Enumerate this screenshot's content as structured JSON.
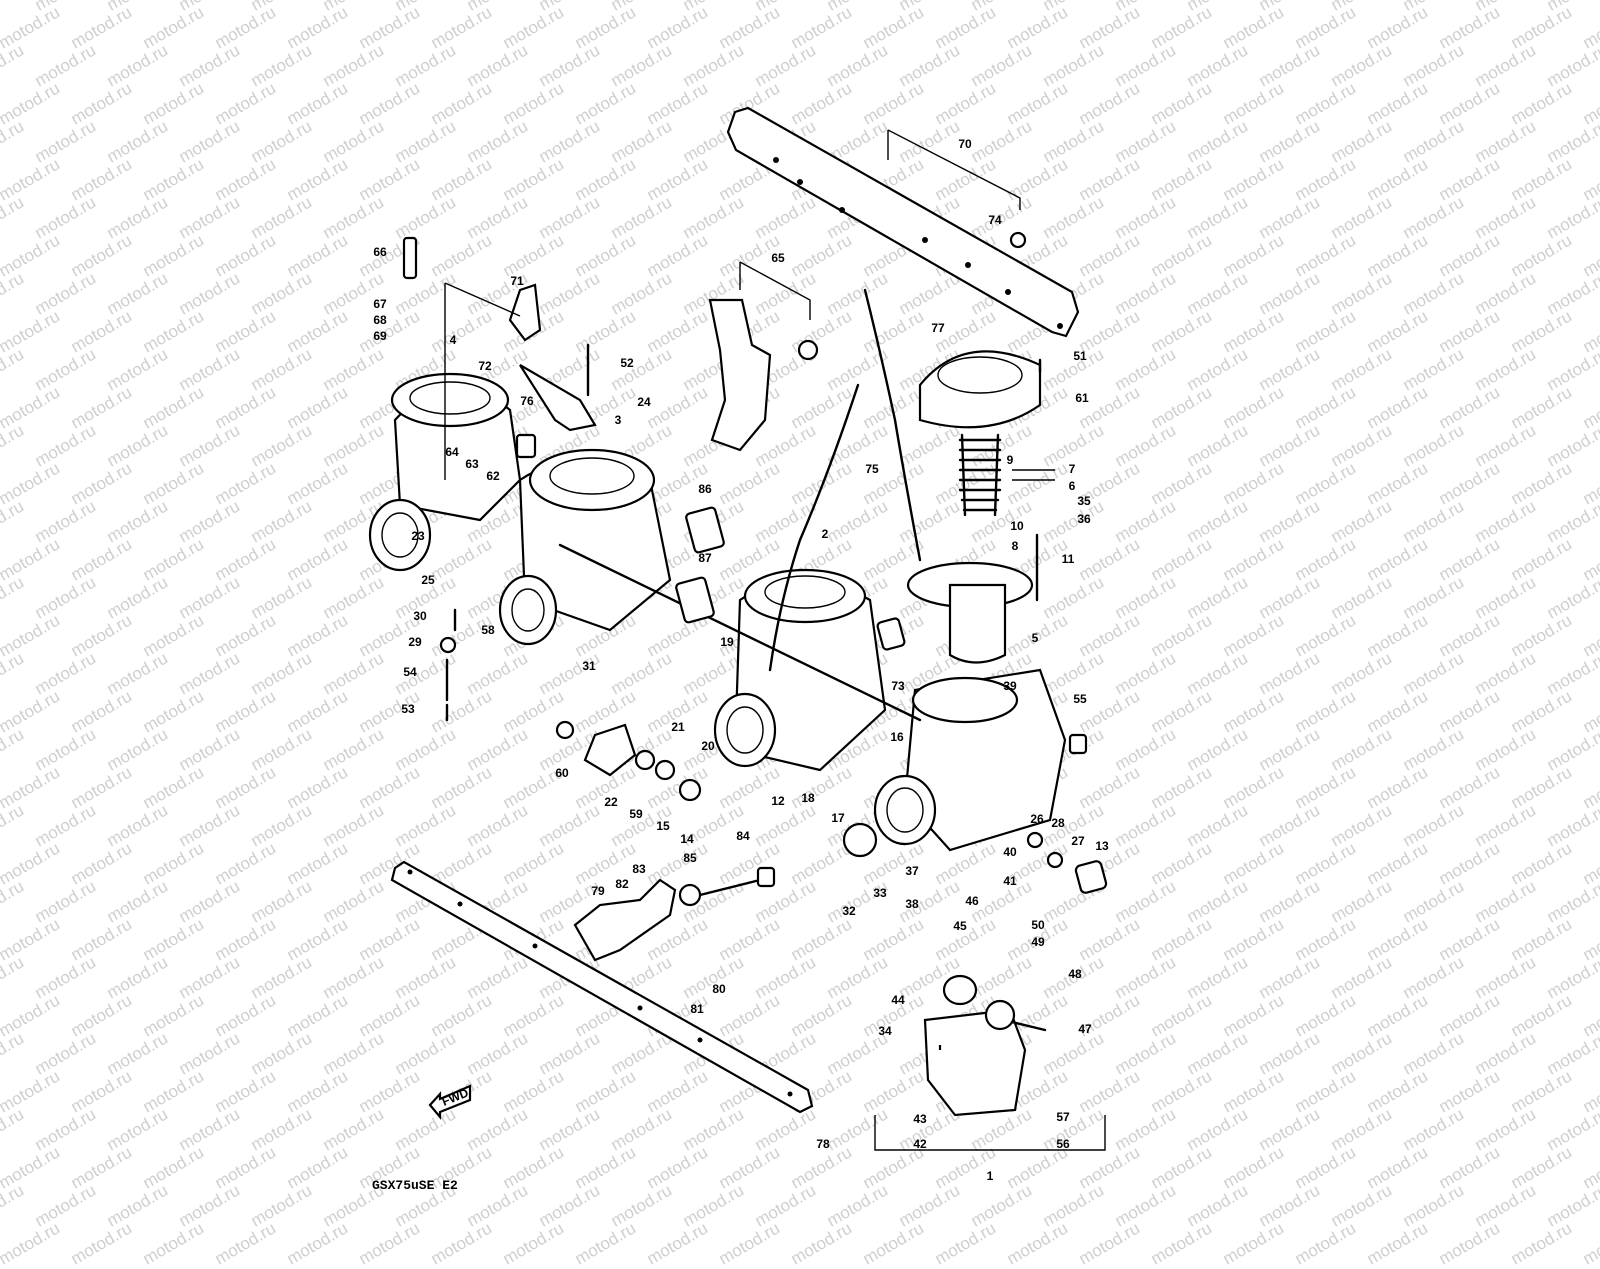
{
  "watermark": "motod.ru",
  "caption": "GSX75uSE E2",
  "front_arrow_label": "FWD",
  "callouts": [
    "1",
    "2",
    "3",
    "4",
    "5",
    "6",
    "7",
    "8",
    "9",
    "10",
    "11",
    "12",
    "13",
    "14",
    "15",
    "16",
    "17",
    "18",
    "19",
    "20",
    "21",
    "22",
    "23",
    "24",
    "25",
    "26",
    "27",
    "28",
    "29",
    "30",
    "31",
    "32",
    "33",
    "34",
    "35",
    "36",
    "37",
    "38",
    "39",
    "40",
    "41",
    "42",
    "43",
    "44",
    "45",
    "46",
    "47",
    "48",
    "49",
    "50",
    "51",
    "52",
    "53",
    "54",
    "55",
    "56",
    "57",
    "58",
    "59",
    "60",
    "61",
    "62",
    "63",
    "64",
    "65",
    "66",
    "67",
    "68",
    "69",
    "70",
    "71",
    "72",
    "73",
    "74",
    "75",
    "76",
    "77",
    "78",
    "79",
    "80",
    "81",
    "82",
    "83",
    "84",
    "85",
    "86",
    "87"
  ]
}
